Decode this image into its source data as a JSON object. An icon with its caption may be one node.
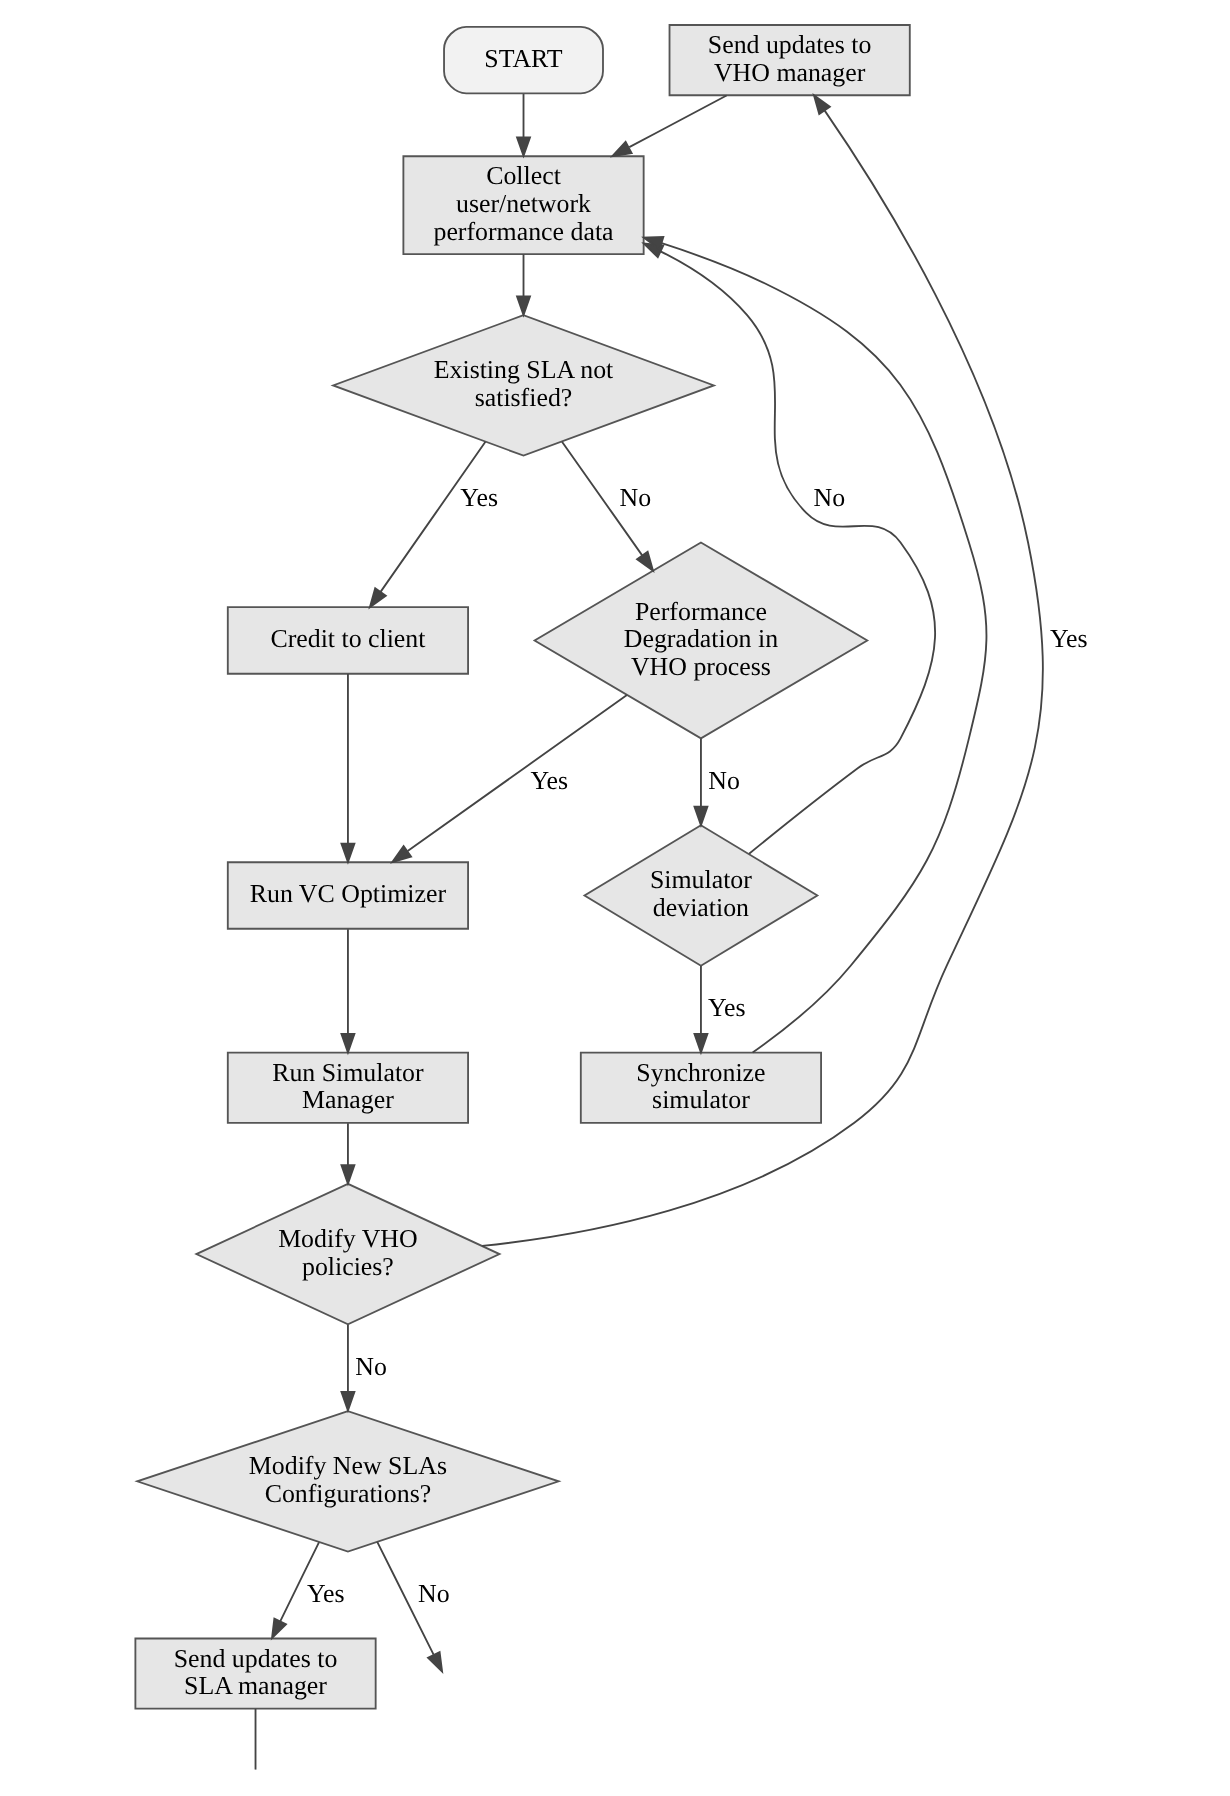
{
  "diagram": {
    "nodes": [
      {
        "text": [
          "START"
        ]
      },
      {
        "text": [
          "Collect user/network performance data"
        ]
      },
      {
        "text": [
          "Send updates to VHO manager"
        ]
      },
      {
        "text": [
          "Existing SLA not satisfied?"
        ]
      },
      {
        "text": [
          "Credit to client"
        ]
      },
      {
        "text": [
          "Run VC Optimizer"
        ]
      },
      {
        "text": [
          "Performance Degradation in VHO process"
        ]
      },
      {
        "text": [
          "Run Simulator Manager"
        ]
      },
      {
        "text": [
          "Modify VHO policies?"
        ]
      },
      {
        "text": [
          "Simulator deviation"
        ]
      },
      {
        "text": [
          "Modify New SLAs Configurations?"
        ]
      },
      {
        "text": [
          "Synchronize simulator"
        ]
      },
      {
        "text": [
          "Send updates to SLA manager"
        ]
      }
    ],
    "edges": [
      {
        "from": 0,
        "to": 1,
        "arrow": "to"
      },
      {
        "from": 2,
        "to": 1,
        "arrow": "to"
      },
      {
        "from": 1,
        "to": 3,
        "arrow": "to"
      },
      {
        "from": 3,
        "to": 4,
        "arrow": "to",
        "label": "Yes"
      },
      {
        "from": 4,
        "to": 5,
        "arrow": "to"
      },
      {
        "from": 3,
        "to": 6,
        "arrow": "to",
        "label": "No"
      },
      {
        "from": 6,
        "to": 5,
        "arrow": "to",
        "label": "Yes"
      },
      {
        "from": 5,
        "to": 7,
        "arrow": "to"
      },
      {
        "from": 7,
        "to": 8,
        "arrow": "to"
      },
      {
        "from": 8,
        "to": 2,
        "arrow": "to",
        "label": "Yes"
      },
      {
        "from": 8,
        "to": 10,
        "arrow": "to",
        "label": "No"
      },
      {
        "from": 6,
        "to": 9,
        "arrow": "to",
        "label": "No"
      },
      {
        "from": 9,
        "to": 1,
        "arrow": "to",
        "label": "No"
      },
      {
        "from": 9,
        "to": 11,
        "arrow": "to",
        "label": "Yes"
      },
      {
        "from": 10,
        "to": 12,
        "arrow": "to",
        "label": "Yes"
      },
      {
        "from": 10,
        "to": null,
        "arrow": "to",
        "label": "No"
      },
      {
        "from": 11,
        "to": 1,
        "arrow": "to"
      },
      {
        "from": 12,
        "to": null,
        "arrow": "none"
      }
    ]
  }
}
